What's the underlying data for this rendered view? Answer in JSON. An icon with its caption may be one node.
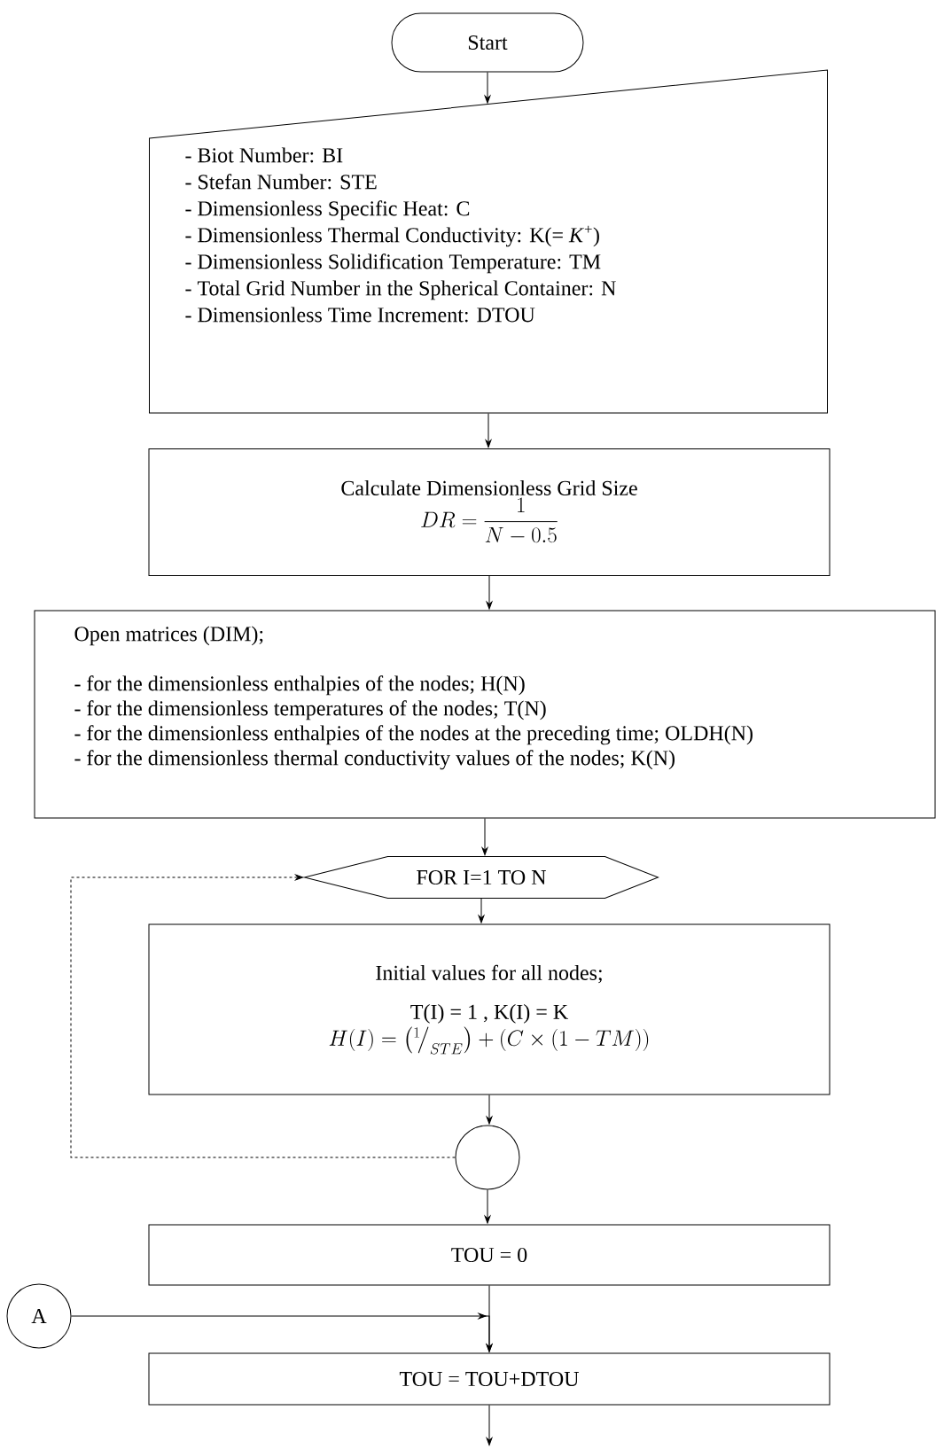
{
  "diagram": {
    "nodes": [
      {
        "text": [
          "Start"
        ]
      },
      {
        "text": [
          "- Biot Number: BI",
          "- Stefan Number: STE",
          "- Dimensionless Specific Heat: C",
          "- Dimensionless Thermal Conductivity: K(= *K*$^{+}$)",
          "- Dimensionless Solidification Temperature: TM",
          "- Total Grid Number in the Spherical Container: N",
          "- Dimensionless Time Increment: DTOU"
        ]
      },
      {
        "text": [
          "Calculate Dimensionless Grid Size",
          "DR=\\frac{1}{N-0.5}"
        ]
      },
      {
        "text": [
          "Open matrices (DIM);",
          "- for the dimensionless enthalpies of the nodes; H(N)",
          "- for the dimensionless temperatures of the nodes; T(N)",
          "- for the dimensionless enthalpies of the nodes at the preceding time; OLDH(N)",
          "- for the dimensionless thermal conductivity values of the nodes; K(N)"
        ]
      },
      {
        "text": [
          "FOR I=1 TO N"
        ]
      },
      {
        "text": [
          "Initial values for all nodes;",
          "T(I) = 1   ,   K(I) = K",
          "H(I)=\\left({}^{1}\\!\\big/_{STE}\\right)+\\left(C\\times\\left(1-TM\\right)\\right)"
        ]
      },
      {
        "text": [],
        "shape": "circle"
      },
      {
        "text": [
          "TOU = 0"
        ]
      },
      {
        "text": [
          "A"
        ]
      },
      {
        "text": [
          "TOU = TOU+DTOU"
        ]
      }
    ],
    "edges": [
      {
        "from": 0,
        "to": 1,
        "arrow": "to"
      },
      {
        "from": 1,
        "to": 2,
        "arrow": "to"
      },
      {
        "from": 2,
        "to": 3,
        "arrow": "to"
      },
      {
        "from": 3,
        "to": 4,
        "arrow": "to"
      },
      {
        "from": 4,
        "to": 5,
        "arrow": "to"
      },
      {
        "from": 5,
        "to": 6,
        "arrow": "to"
      },
      {
        "from": 6,
        "to": 4,
        "arrow": "to",
        "style": "dashed"
      },
      {
        "from": 6,
        "to": 7,
        "arrow": "to"
      },
      {
        "from": 7,
        "to": 9,
        "arrow": "to"
      },
      {
        "from": 8,
        "to": 9,
        "arrow": "to"
      },
      {
        "from": 9,
        "to": null,
        "arrow": "to"
      }
    ]
  }
}
